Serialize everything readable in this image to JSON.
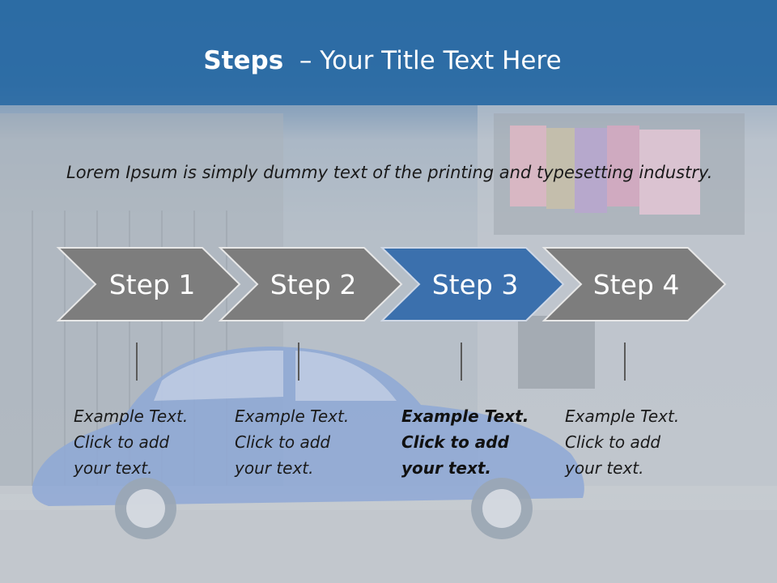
{
  "title": {
    "bold": "Steps",
    "rest": "– Your Title Text Here"
  },
  "intro": "Lorem Ipsum is simply dummy text of the printing and typesetting industry.",
  "colors": {
    "header": "#2b6aa3",
    "step_inactive": "#7d7d7d",
    "step_active": "#3b70ad",
    "text": "#1a1a1a"
  },
  "steps": [
    {
      "label": "Step 1",
      "caption": [
        "Example Text.",
        "Click  to add",
        "your text."
      ]
    },
    {
      "label": "Step 2",
      "caption": [
        "Example Text.",
        "Click  to add",
        "your text."
      ]
    },
    {
      "label": "Step 3",
      "caption": [
        "Example Text.",
        "Click  to add",
        "your text."
      ]
    },
    {
      "label": "Step 4",
      "caption": [
        "Example Text.",
        "Click  to add",
        "your text."
      ]
    }
  ],
  "active_step": 3
}
